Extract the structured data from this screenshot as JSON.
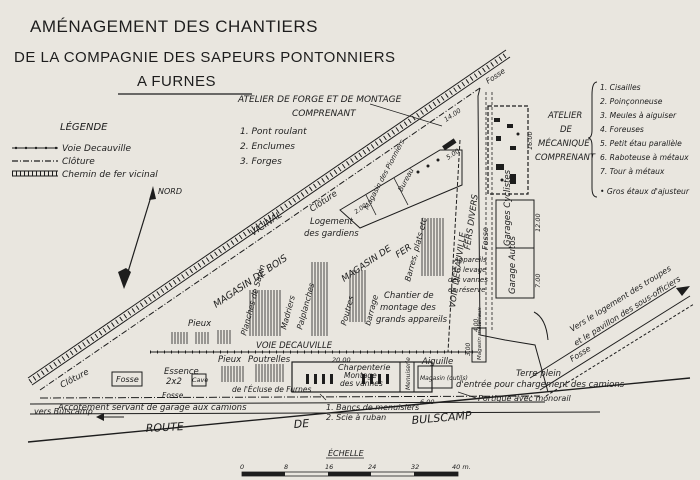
{
  "title": {
    "line1": "AMÉNAGEMENT DES CHANTIERS",
    "line2": "DE LA COMPAGNIE DES SAPEURS PONTONNIERS",
    "line3": "A FURNES"
  },
  "legend": {
    "heading": "LÉGENDE",
    "items": [
      "Voie Decauville",
      "Clôture",
      "Chemin de fer vicinal"
    ]
  },
  "north": "NORD",
  "forge": {
    "title1": "ATELIER DE FORGE ET DE MONTAGE",
    "title2": "COMPRENANT",
    "items": [
      "1. Pont roulant",
      "2. Enclumes",
      "3. Forges"
    ]
  },
  "mecanique": {
    "title": [
      "ATELIER",
      "DE",
      "MÉCANIQUE",
      "COMPRENANT"
    ],
    "items": [
      "1. Cisailles",
      "2. Poinçonneuse",
      "3. Meules à aiguiser",
      "4. Foreuses",
      "5. Petit étau parallèle",
      "6. Raboteuse à métaux",
      "7. Tour à métaux",
      "• Gros étaux d'ajusteur"
    ]
  },
  "map_labels": {
    "vicinal": "VICINAL",
    "cloture_top": "Clôture",
    "cloture_left": "Clôture",
    "fosse_top": "Fosse",
    "fosse_right": "Fosse",
    "fosse_box": "Fosse",
    "fosse_bottom": "Fosse",
    "magasin_pionniers": "Magasin des Pionniers",
    "bureau": "Bureau",
    "logement1": "Logement",
    "logement2": "des gardiens",
    "magasin_bois": "MAGASIN DE BOIS",
    "magasin_fer1": "MAGASIN DE",
    "magasin_fer2": "FER",
    "planches": "Planches de Sapin",
    "madriers": "Madriers",
    "palplanches": "Palplanches",
    "poutres": "Poutres",
    "barrage": "barrage",
    "barres": "Barres, plats etc",
    "voie_decauville_v": "VOIE DECAUVILLE",
    "fers_divers": "FERS DIVERS",
    "appareils1": "Appareils",
    "appareils2": "de levage",
    "appareils3": "des vannes",
    "appareils4": "en réserve",
    "chantier1": "Chantier de",
    "chantier2": "montage des",
    "chantier3": "grands appareils",
    "fosse_v": "Fosse",
    "garages_cyclistes": "Garages Cyclistes",
    "garage_autos": "Garage Autos",
    "pieux1": "Pieux",
    "pieux2": "Pieux",
    "poutrelles": "Poutrelles",
    "voie_decauville_h": "VOIE DECAUVILLE",
    "essence1": "Essence",
    "essence2": "2x2",
    "cave": "Cave",
    "ecluse": "de l'Écluse de Furnes",
    "charpenterie": "Charpenterie",
    "montage_vannes1": "Montage",
    "montage_vannes2": "des vannes",
    "menuiserie": "Menuiserie",
    "magasin_outils": "Magasin (outils)",
    "aiguille": "Aiguille",
    "magasin_materiaux": "Magasin matériaux",
    "terre_plein1": "Terre plein",
    "terre_plein2": "d'entrée pour chargement des camions",
    "portique": "Portique avec monorail",
    "vers_logement1": "Vers le logement des troupes",
    "vers_logement2": "et le pavillon des sous-officiers",
    "accotement": "Accotement servant de garage aux camions",
    "vers_bulscamp": "vers Bulscamp",
    "route": "ROUTE",
    "de": "DE",
    "bulscamp": "BULSCAMP",
    "bancs": "1. Bancs de menuisiers",
    "scie": "2. Scie à ruban"
  },
  "dimensions": {
    "d1": "14.00",
    "d2": "5.00",
    "d3": "16.00",
    "d4": "12.00",
    "d5": "7.00",
    "d6": "20.00",
    "d7": "6.00",
    "d8": "2.00",
    "d9": "3.00",
    "d10": "4.00"
  },
  "scale": {
    "label": "ÉCHELLE",
    "ticks": [
      "0",
      "8",
      "16",
      "24",
      "32",
      "40 m."
    ]
  }
}
